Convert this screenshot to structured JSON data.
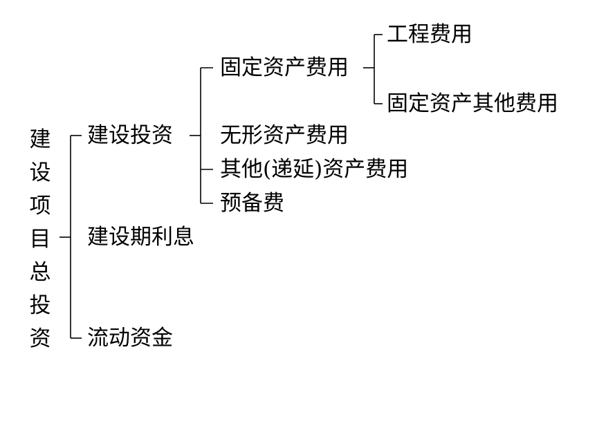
{
  "tree": {
    "root": "建设项目总投资",
    "level1": [
      "建设投资",
      "建设期利息",
      "流动资金"
    ],
    "level2": [
      "固定资产费用",
      "无形资产费用",
      "其他(递延)资产费用",
      "预备费"
    ],
    "level3": [
      "工程费用",
      "固定资产其他费用"
    ]
  },
  "colors": {
    "text": "#000000",
    "line": "#000000",
    "background": "#ffffff"
  }
}
